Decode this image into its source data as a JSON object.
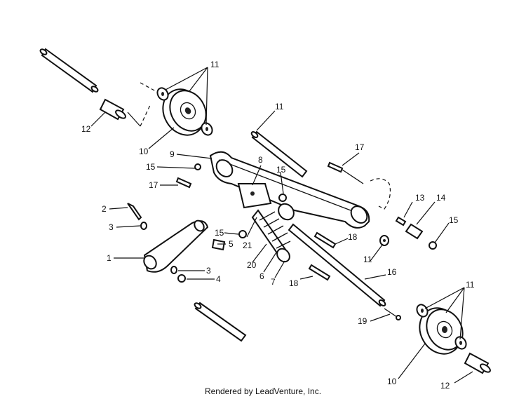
{
  "callouts": {
    "c1": "1",
    "c2": "2",
    "c3a": "3",
    "c3b": "3",
    "c4": "4",
    "c5": "5",
    "c6": "6",
    "c7": "7",
    "c8": "8",
    "c9": "9",
    "c10a": "10",
    "c10b": "10",
    "c11a": "11",
    "c11b": "11",
    "c11c": "11",
    "c11d": "11",
    "c12a": "12",
    "c12b": "12",
    "c13": "13",
    "c14": "14",
    "c15a": "15",
    "c15b": "15",
    "c15c": "15",
    "c15d": "15",
    "c16": "16",
    "c17a": "17",
    "c17b": "17",
    "c18a": "18",
    "c18b": "18",
    "c19": "19",
    "c20": "20",
    "c21": "21"
  },
  "footer": "Rendered by LeadVenture, Inc."
}
